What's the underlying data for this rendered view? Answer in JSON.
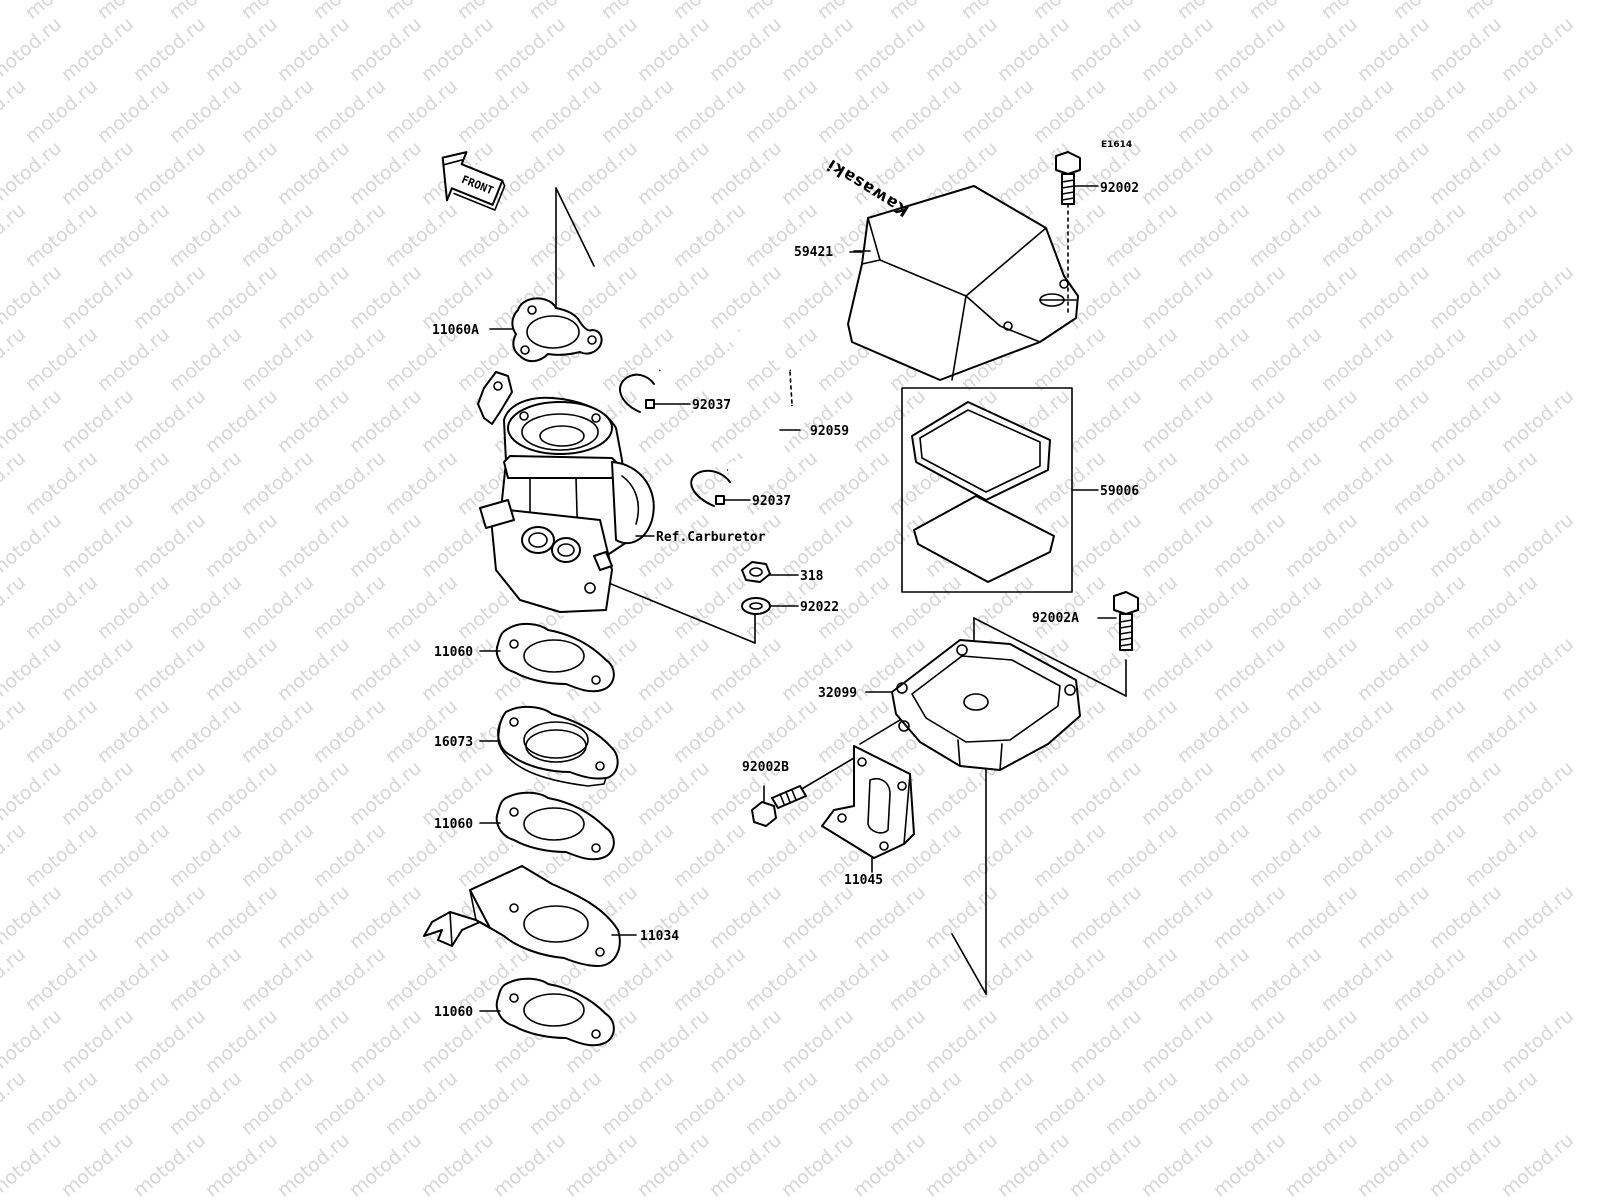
{
  "diagram": {
    "code": "E1614",
    "watermark": "motod.ru",
    "front_label": "FRONT",
    "brand_text": "Kawasaki",
    "labels": {
      "p92002": "92002",
      "p59421": "59421",
      "p11060A": "11060A",
      "p92037a": "92037",
      "p92059": "92059",
      "p92037b": "92037",
      "p59006": "59006",
      "pref": "Ref.Carburetor",
      "p318": "318",
      "p92022": "92022",
      "p92002A": "92002A",
      "p11060a": "11060",
      "p32099": "32099",
      "p16073": "16073",
      "p92002B": "92002B",
      "p11060b": "11060",
      "p11045": "11045",
      "p11034": "11034",
      "p11060c": "11060"
    }
  }
}
